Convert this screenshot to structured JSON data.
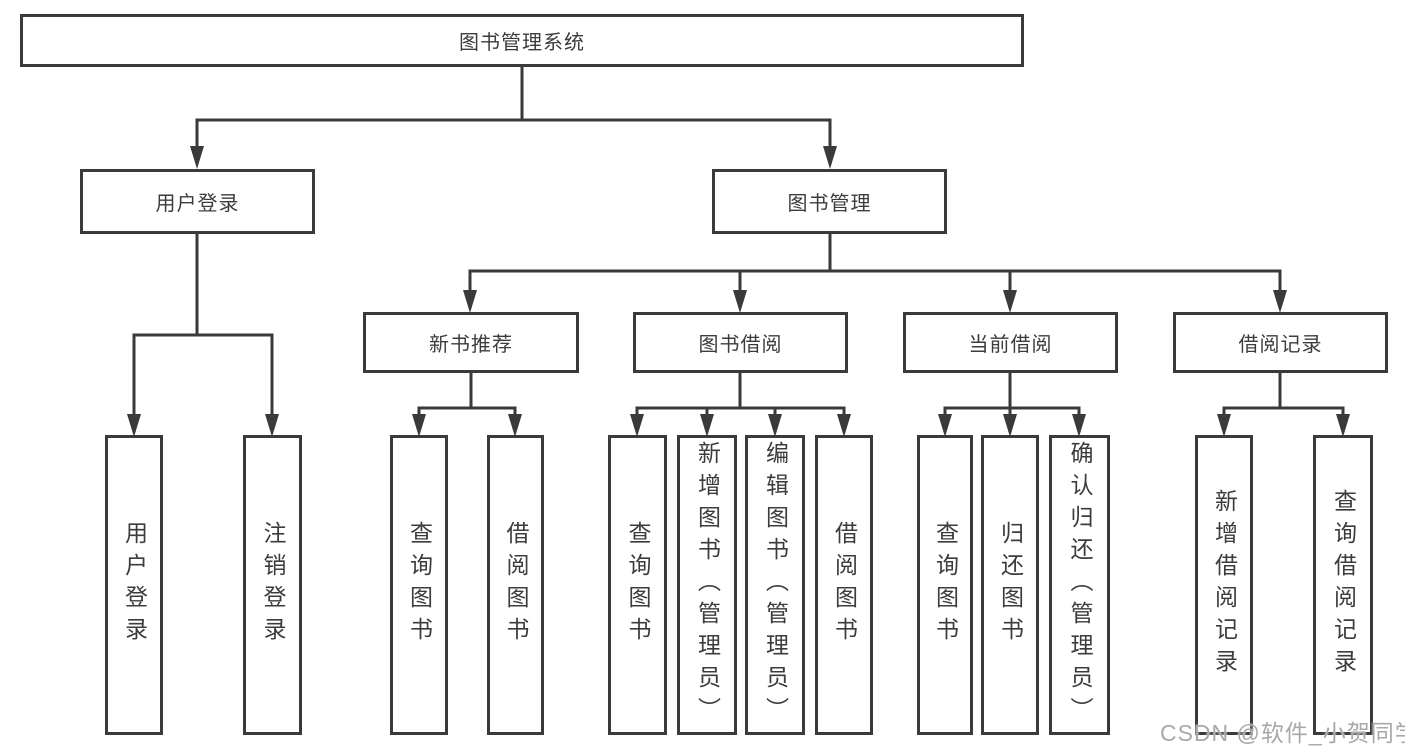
{
  "nodes": {
    "root": "图书管理系统",
    "user_login": "用户登录",
    "book_management": "图书管理",
    "new_book_recommend": "新书推荐",
    "book_borrow": "图书借阅",
    "current_borrow": "当前借阅",
    "borrow_records": "借阅记录",
    "leaves": {
      "user_login": [
        "用户登录",
        "注销登录"
      ],
      "new_book_recommend": [
        "查询图书",
        "借阅图书"
      ],
      "book_borrow": [
        "查询图书",
        "新增图书（管理员）",
        "编辑图书（管理员）",
        "借阅图书"
      ],
      "current_borrow": [
        "查询图书",
        "归还图书",
        "确认归还（管理员）"
      ],
      "borrow_records": [
        "新增借阅记录",
        "查询借阅记录"
      ]
    }
  },
  "watermark": "CSDN @软件_小贺同学",
  "colors": {
    "line": "#3a3a3a",
    "box_border": "#3a3a3a",
    "text": "#3c3c3c",
    "watermark": "#a8a8a8",
    "background": "#ffffff"
  }
}
